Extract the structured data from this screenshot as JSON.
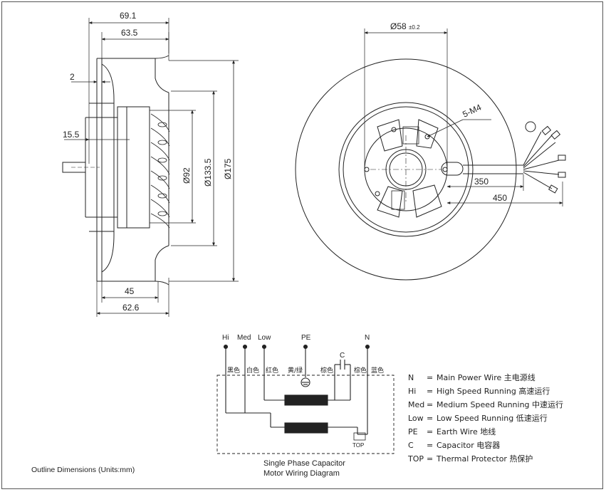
{
  "side_view": {
    "dims": {
      "d1": "69.1",
      "d2": "63.5",
      "d3": "2",
      "d4": "15.5",
      "d5": "45",
      "d6": "62.6",
      "dia1": "Ø92",
      "dia2": "Ø133.5",
      "dia3": "Ø175"
    }
  },
  "front_view": {
    "shaft_dia": "Ø58",
    "shaft_tol": "±0.2",
    "holes": "5-M4",
    "lead1": "350",
    "lead2": "450"
  },
  "wiring": {
    "top_labels": [
      "Hi",
      "Med",
      "Low",
      "PE",
      "N"
    ],
    "wire_colors": [
      "黑色",
      "白色",
      "红色",
      "黄/绿",
      "棕色",
      "棕色",
      "蓝色"
    ],
    "cap_label": "C",
    "top_label": "TOP",
    "caption_line1": "Single Phase Capacitor",
    "caption_line2": "Motor Wiring Diagram"
  },
  "legend": [
    {
      "key": "N",
      "text": "Main Power Wire 主电源线"
    },
    {
      "key": "Hi",
      "text": "High Speed Running 高速运行"
    },
    {
      "key": "Med",
      "text": "Medium Speed Running 中速运行"
    },
    {
      "key": "Low",
      "text": "Low Speed Running 低速运行"
    },
    {
      "key": "PE",
      "text": "Earth Wire 地线"
    },
    {
      "key": "C",
      "text": "Capacitor 电容器"
    },
    {
      "key": "TOP",
      "text": "Thermal Protector 热保护"
    }
  ],
  "footer": {
    "outline": "Outline Dimensions (Units:mm)"
  }
}
